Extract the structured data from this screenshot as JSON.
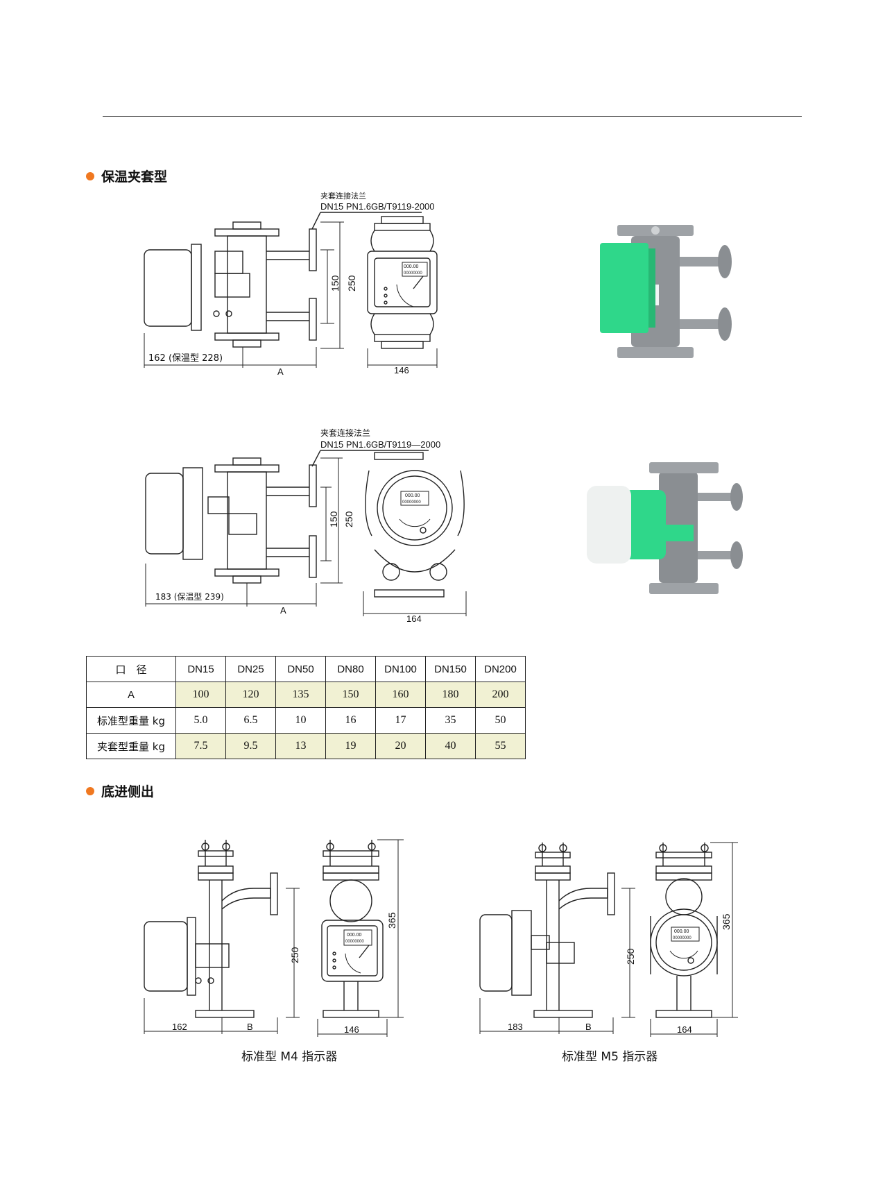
{
  "section1": {
    "title": "保温夹套型"
  },
  "section2": {
    "title": "底进侧出"
  },
  "drawing1": {
    "flange_note_cn": "夹套连接法兰",
    "flange_note_spec": "DN15 PN1.6GB/T9119-2000",
    "dim_150": "150",
    "dim_250": "250",
    "dim_width": "162 (保温型 228)",
    "dim_a": "A",
    "dim_front": "146",
    "display_value": "000.00",
    "display_counter": "00000000"
  },
  "drawing2": {
    "flange_note_cn": "夹套连接法兰",
    "flange_note_spec": "DN15 PN1.6GB/T9119—2000",
    "dim_150": "150",
    "dim_250": "250",
    "dim_width": "183 (保温型 239)",
    "dim_a": "A",
    "dim_front": "164",
    "display_value": "000.00",
    "display_counter": "00000000"
  },
  "table": {
    "header_label": "口　径",
    "columns": [
      "DN15",
      "DN25",
      "DN50",
      "DN80",
      "DN100",
      "DN150",
      "DN200"
    ],
    "rows": [
      {
        "label": "A",
        "values": [
          "100",
          "120",
          "135",
          "150",
          "160",
          "180",
          "200"
        ]
      },
      {
        "label": "标准型重量 kg",
        "values": [
          "5.0",
          "6.5",
          "10",
          "16",
          "17",
          "35",
          "50"
        ]
      },
      {
        "label": "夹套型重量 kg",
        "values": [
          "7.5",
          "9.5",
          "13",
          "19",
          "20",
          "40",
          "55"
        ]
      }
    ]
  },
  "drawing3": {
    "dim_250": "250",
    "dim_365": "365",
    "dim_162": "162",
    "dim_b": "B",
    "dim_146": "146",
    "caption": "标准型 M4 指示器",
    "display_value": "000.00",
    "display_counter": "00000000"
  },
  "drawing4": {
    "dim_250": "250",
    "dim_365": "365",
    "dim_183": "183",
    "dim_b": "B",
    "dim_164": "164",
    "caption": "标准型 M5 指示器",
    "display_value": "000.00",
    "display_counter": "00000000"
  },
  "colors": {
    "accent_dot": "#f07820",
    "table_shade": "#f1f1d3",
    "housing_green": "#2fd78a",
    "body_gray": "#8f9397"
  }
}
